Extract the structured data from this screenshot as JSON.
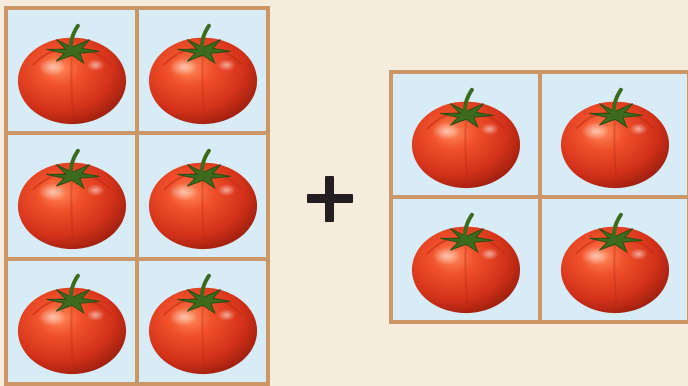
{
  "left_group": {
    "rows": 3,
    "columns": 2,
    "item_icon": "tomato-icon",
    "count": 6
  },
  "operator": {
    "symbol": "+",
    "icon": "plus-icon"
  },
  "right_group": {
    "rows": 2,
    "columns": 2,
    "item_icon": "tomato-icon",
    "count": 4
  },
  "colors": {
    "background": "#f5ecdb",
    "grid_border": "#cd9667",
    "cell_fill": "#d8ecf8",
    "tomato": "#e63b1f",
    "stem": "#3c6b1e"
  }
}
